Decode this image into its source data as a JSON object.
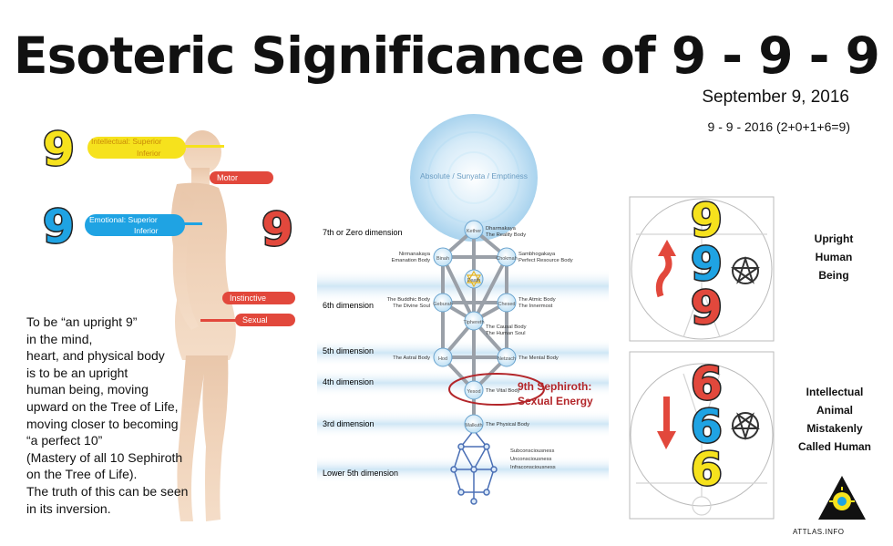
{
  "title": "Esoteric Significance of 9 - 9 - 9",
  "date": "September 9, 2016",
  "calc": "9 - 9 - 2016 (2+0+1+6=9)",
  "left_nines": [
    {
      "digit": "9",
      "color": "#f6e21d"
    },
    {
      "digit": "9",
      "color": "#1fa3e3"
    },
    {
      "digit": "9",
      "color": "#e2483c"
    }
  ],
  "body_centers": {
    "intellectual_superior": "Intellectual: Superior",
    "intellectual_inferior": "Inferior",
    "motor": "Motor",
    "emotional_superior": "Emotional: Superior",
    "emotional_inferior": "Inferior",
    "instinctive": "Instinctive",
    "sexual": "Sexual"
  },
  "upright_text": "To be “an upright 9”\nin the mind,\nheart, and physical body\nis to be an upright\nhuman being, moving\nupward on the Tree of Life,\nmoving closer to becoming\n“a perfect 10”\n(Mastery of all 10 Sephiroth\non the Tree of Life).\nThe truth of this can be seen\nin its inversion.",
  "tree": {
    "absolute": "Absolute / Sunyata / Emptiness",
    "dimensions": [
      "7th or Zero dimension",
      "6th dimension",
      "5th dimension",
      "4th dimension",
      "3rd dimension",
      "Lower 5th dimension"
    ],
    "sephiroth": {
      "kether": "Kether",
      "chokmah": "Chokmah",
      "binah": "Binah",
      "daath": "Daath",
      "chesed": "Chesed",
      "geburah": "Geburah",
      "tiphereth": "Tiphereth",
      "netzach": "Netzach",
      "hod": "Hod",
      "yesod": "Yesod",
      "malkuth": "Malkuth"
    },
    "bodies": {
      "dharmakaya": "Dharmakaya",
      "reality_body": "The Reality Body",
      "nirmanakaya": "Nirmanakaya",
      "emanation_body": "Emanation Body",
      "sambhogakaya": "Sambhogakaya",
      "perfect_resource_body": "Perfect Resource Body",
      "buddhic_body": "The Buddhic Body",
      "divine_soul": "The Divine Soul",
      "atmic_body": "The Atmic Body",
      "innermost": "The Innermost",
      "causal_body": "The Causal Body",
      "human_soul": "The Human Soul",
      "astral_body": "The Astral Body",
      "mental_body": "The Mental Body",
      "vital_body": "The Vital Body",
      "physical_body": "The Physical Body",
      "subconsciousness": "Subconsciousness",
      "unconsciousness": "Unconsciousness",
      "infraconsciousness": "Infraconsciousness"
    },
    "note_line1": "9th Sephiroth:",
    "note_line2": "Sexual Energy"
  },
  "upright_panel": {
    "digits": [
      {
        "digit": "9",
        "color": "#f6e21d"
      },
      {
        "digit": "9",
        "color": "#1fa3e3"
      },
      {
        "digit": "9",
        "color": "#e2483c"
      }
    ],
    "arrow_direction": "up",
    "label": "Upright\nHuman\nBeing"
  },
  "inverted_panel": {
    "digits": [
      {
        "digit": "6",
        "color": "#e2483c"
      },
      {
        "digit": "6",
        "color": "#1fa3e3"
      },
      {
        "digit": "6",
        "color": "#f6e21d"
      }
    ],
    "arrow_direction": "down",
    "label": "Intellectual\nAnimal\nMistakenly\nCalled Human"
  },
  "logo": "ATTLAS.INFO",
  "colors": {
    "red": "#e2483c",
    "blue": "#1fa3e3",
    "yellow": "#f6e21d",
    "sephira_note": "#b3262a",
    "tree_line": "#9aa0a8",
    "glow": "#a9d3ee"
  }
}
